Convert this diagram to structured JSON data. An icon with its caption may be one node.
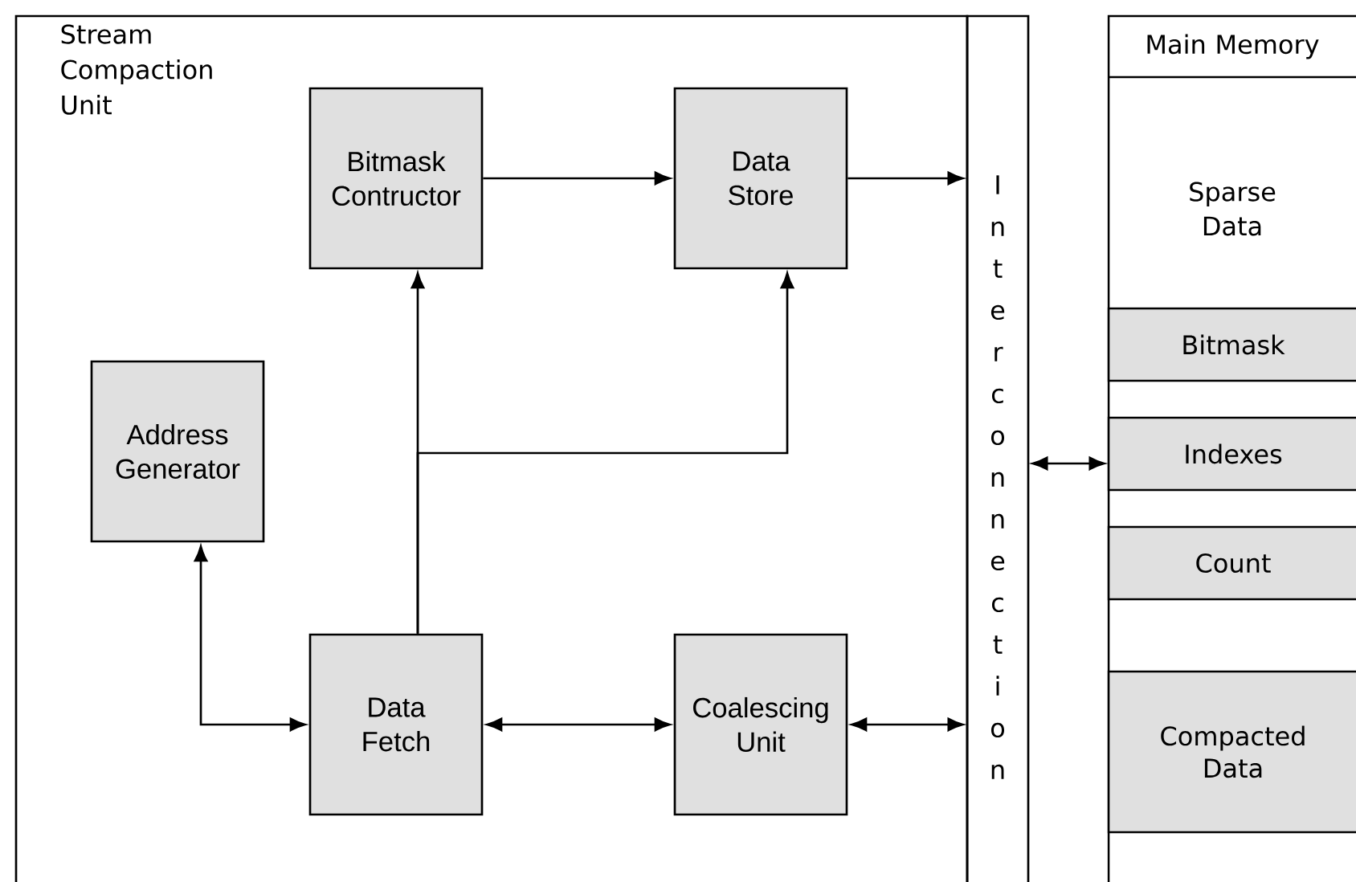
{
  "diagram": {
    "nodes": [
      {
        "text": [
          "Stream Compaction Unit"
        ]
      },
      {
        "text": [
          "Bitmask Contructor"
        ],
        "in": 0
      },
      {
        "text": [
          "Data Store"
        ],
        "in": 0
      },
      {
        "text": [
          "Address Generator"
        ],
        "in": 0
      },
      {
        "text": [
          "Data Fetch"
        ],
        "in": 0
      },
      {
        "text": [
          "Coalescing Unit"
        ],
        "in": 0
      },
      {
        "text": [
          "I n t e r c o n n e c t i o n"
        ]
      },
      {
        "text": [
          "Main Memory",
          "Sparse Data"
        ]
      },
      {
        "text": [
          "Bitmask"
        ],
        "in": 7
      },
      {
        "text": [
          "Indexes"
        ],
        "in": 7
      },
      {
        "text": [
          "Count"
        ],
        "in": 7
      },
      {
        "text": [
          "Compacted Data"
        ],
        "in": 7
      }
    ],
    "edges": [
      {
        "from": 1,
        "to": 2,
        "arrow": "to"
      },
      {
        "from": 2,
        "to": 6,
        "arrow": "to"
      },
      {
        "from": 4,
        "to": 1,
        "arrow": "to"
      },
      {
        "from": 4,
        "to": 2,
        "arrow": "to"
      },
      {
        "from": 3,
        "to": 4,
        "arrow": "both"
      },
      {
        "from": 4,
        "to": 5,
        "arrow": "both"
      },
      {
        "from": 5,
        "to": 6,
        "arrow": "both"
      },
      {
        "from": 6,
        "to": 7,
        "arrow": "both"
      }
    ]
  }
}
